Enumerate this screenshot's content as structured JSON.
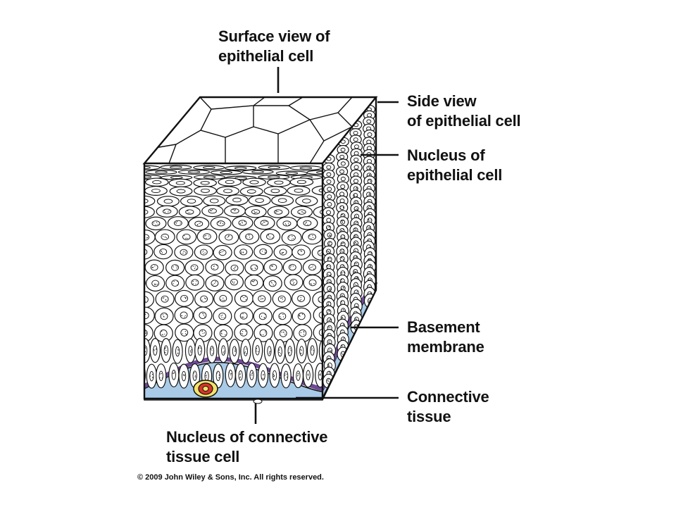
{
  "labels": {
    "surface_view": {
      "line1": "Surface view of",
      "line2": "epithelial cell"
    },
    "side_view": {
      "line1": "Side view",
      "line2": "of epithelial cell"
    },
    "nucleus_epithelial": {
      "line1": "Nucleus of",
      "line2": "epithelial cell"
    },
    "basement_membrane": {
      "line1": "Basement",
      "line2": "membrane"
    },
    "connective_tissue": {
      "line1": "Connective",
      "line2": "tissue"
    },
    "nucleus_connective": {
      "line1": "Nucleus of connective",
      "line2": "tissue cell"
    }
  },
  "copyright": "© 2009 John Wiley & Sons, Inc. All rights reserved.",
  "colors": {
    "background": "#ffffff",
    "outline": "#111111",
    "basement_membrane": "#6e4a96",
    "connective_tissue": "#a9cbe8",
    "connective_nucleus_outer": "#f4e36a",
    "connective_nucleus_inner": "#d8352a"
  }
}
